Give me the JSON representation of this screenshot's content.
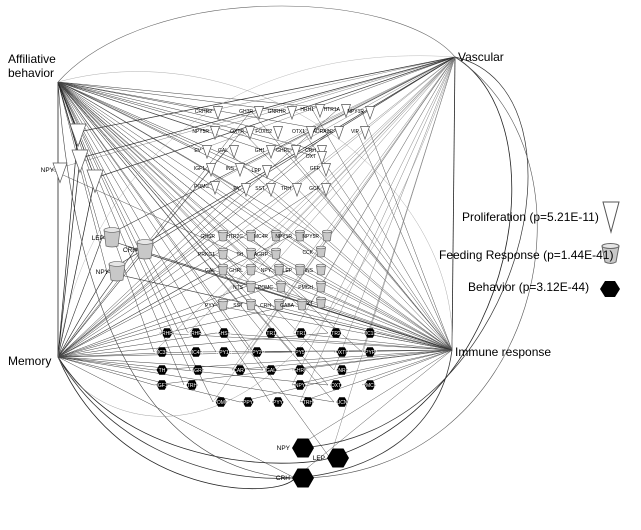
{
  "hubs": {
    "affiliative": "Affiliative\nbehavior",
    "vascular": "Vascular",
    "memory": "Memory",
    "immune": "Immune response"
  },
  "legend": {
    "proliferation": "Proliferation (p=5.21E-11)",
    "feeding": "Feeding Response (p=1.44E-41)",
    "behavior": "Behavior (p=3.12E-44)"
  },
  "proliferation_nodes": [
    "CRHR2",
    "GH3R",
    "GNRHR",
    "HRH1",
    "HTR1A",
    "NPY1R",
    "NPY5R",
    "OXTR",
    "FOXC2",
    "OTX1",
    "ADRA2C",
    "VIP",
    "EV",
    "GAL",
    "GH1",
    "GHRL",
    "CRH",
    "IGF1",
    "INS",
    "GFP",
    "LEP",
    "POMC",
    "PY",
    "SST",
    "TRH",
    "GCK",
    "OXT",
    "NPY"
  ],
  "feeding_nodes": [
    "GHSR",
    "HTR2C",
    "MC4R",
    "NPY1R",
    "NPY5R",
    "PRKG1",
    "TH",
    "AGRP",
    "CCK",
    "GAL",
    "GHRL",
    "NPY",
    "LEP",
    "INS",
    "NTS",
    "POMC",
    "PMCH",
    "PYY",
    "SST",
    "CRH",
    "OXT",
    "GABA",
    "LEP",
    "CRH",
    "NPY"
  ],
  "behavior_nodes": [
    "CRHR1",
    "CRHR2",
    "GHSR",
    "HTR1A",
    "HTR1B",
    "HTR2C",
    "MC1R",
    "MC3R",
    "MC4R",
    "NPY1R",
    "NPY2R",
    "NPY5R",
    "OXTR",
    "PPYR1",
    "TH",
    "AGRP",
    "CART",
    "GAL",
    "GHRL",
    "SNRP",
    "IGF1",
    "TRH",
    "NPY",
    "OXT",
    "PMCH",
    "POMC",
    "PPY",
    "PYY",
    "TRH",
    "UCN",
    "NPY",
    "LEP",
    "CRH"
  ]
}
